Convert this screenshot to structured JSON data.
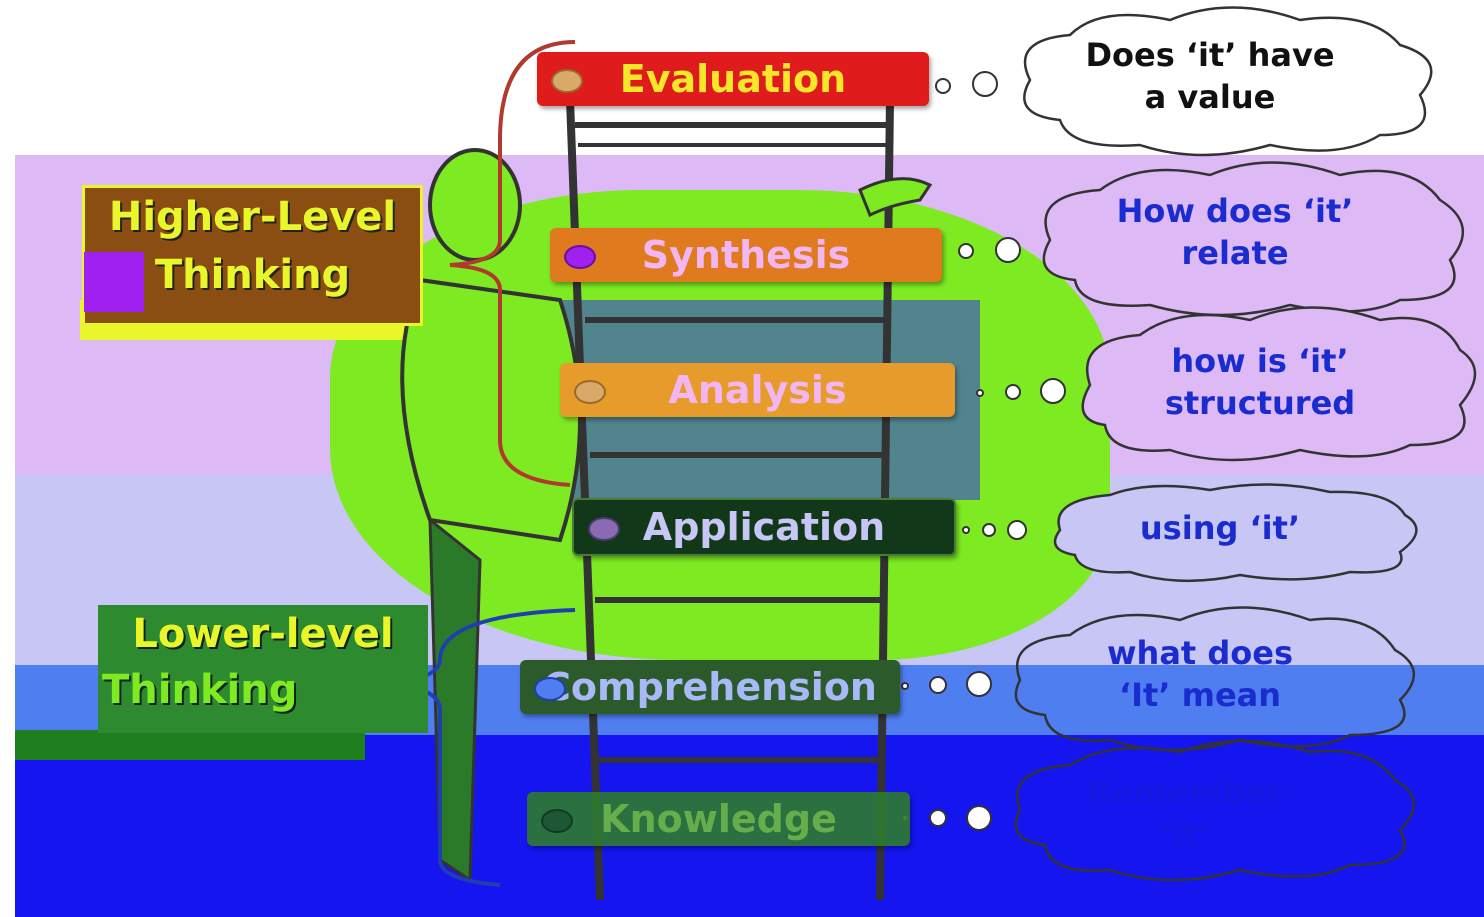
{
  "levels": [
    {
      "id": "evaluation",
      "label": "Evaluation",
      "thought": "Does ‘it’ have a value",
      "thought_line1": "Does ‘it’ have",
      "thought_line2": "a value"
    },
    {
      "id": "synthesis",
      "label": "Synthesis",
      "thought_line1": "How does ‘it’",
      "thought_line2": "relate"
    },
    {
      "id": "analysis",
      "label": "Analysis",
      "thought_line1": "how is ‘it’",
      "thought_line2": "structured"
    },
    {
      "id": "application",
      "label": "Application",
      "thought_line1": "using ‘it’"
    },
    {
      "id": "comprehension",
      "label": "Comprehension",
      "thought_line1": "what does",
      "thought_line2": "‘It’ mean"
    },
    {
      "id": "knowledge",
      "label": "Knowledge",
      "thought_line1": "Remember",
      "thought_line2": "‘it’"
    }
  ],
  "groups": {
    "higher_line1": "Higher-Level",
    "higher_line2": "Thinking",
    "lower_line1": "Lower-level",
    "lower_line2": "Thinking"
  },
  "colors": {
    "evaluation": "#e01b1b",
    "synthesis": "#e07a1e",
    "analysis": "#e79b2a",
    "application": "#12381a",
    "comprehension": "#2b5a2b",
    "knowledge": "#2e7a2e",
    "cloud_text": "#1a2bd0",
    "lilac": "#ddb9f5",
    "blue": "#1515f0",
    "green": "#7dea22"
  }
}
